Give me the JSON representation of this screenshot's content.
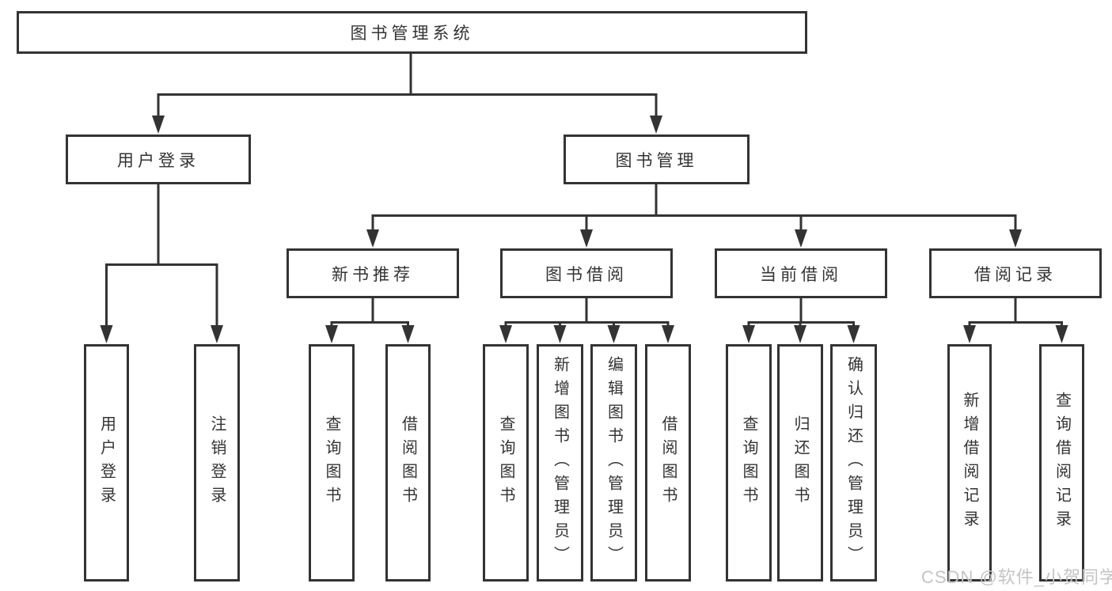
{
  "diagram": {
    "title": "图书管理系统",
    "nodes": {
      "root": "图书管理系统",
      "user_login": "用户登录",
      "book_mgmt": "图书管理",
      "new_books": "新书推荐",
      "book_borrow": "图书借阅",
      "current_borrow": "当前借阅",
      "borrow_records": "借阅记录",
      "leaf_user_login": "用户登录",
      "leaf_logout": "注销登录",
      "leaf_nb_query": "查询图书",
      "leaf_nb_borrow": "借阅图书",
      "leaf_bb_query": "查询图书",
      "leaf_bb_add": "新增图书（管理员）",
      "leaf_bb_edit": "编辑图书（管理员）",
      "leaf_bb_borrow": "借阅图书",
      "leaf_cb_query": "查询图书",
      "leaf_cb_return": "归还图书",
      "leaf_cb_confirm": "确认归还（管理员）",
      "leaf_br_add": "新增借阅记录",
      "leaf_br_query": "查询借阅记录"
    },
    "watermark": "CSDN @软件_小贺同学",
    "colors": {
      "line": "#333333",
      "text": "#333333",
      "box_fill": "#ffffff",
      "watermark": "#c4c4c8",
      "background": "#ffffff"
    }
  }
}
